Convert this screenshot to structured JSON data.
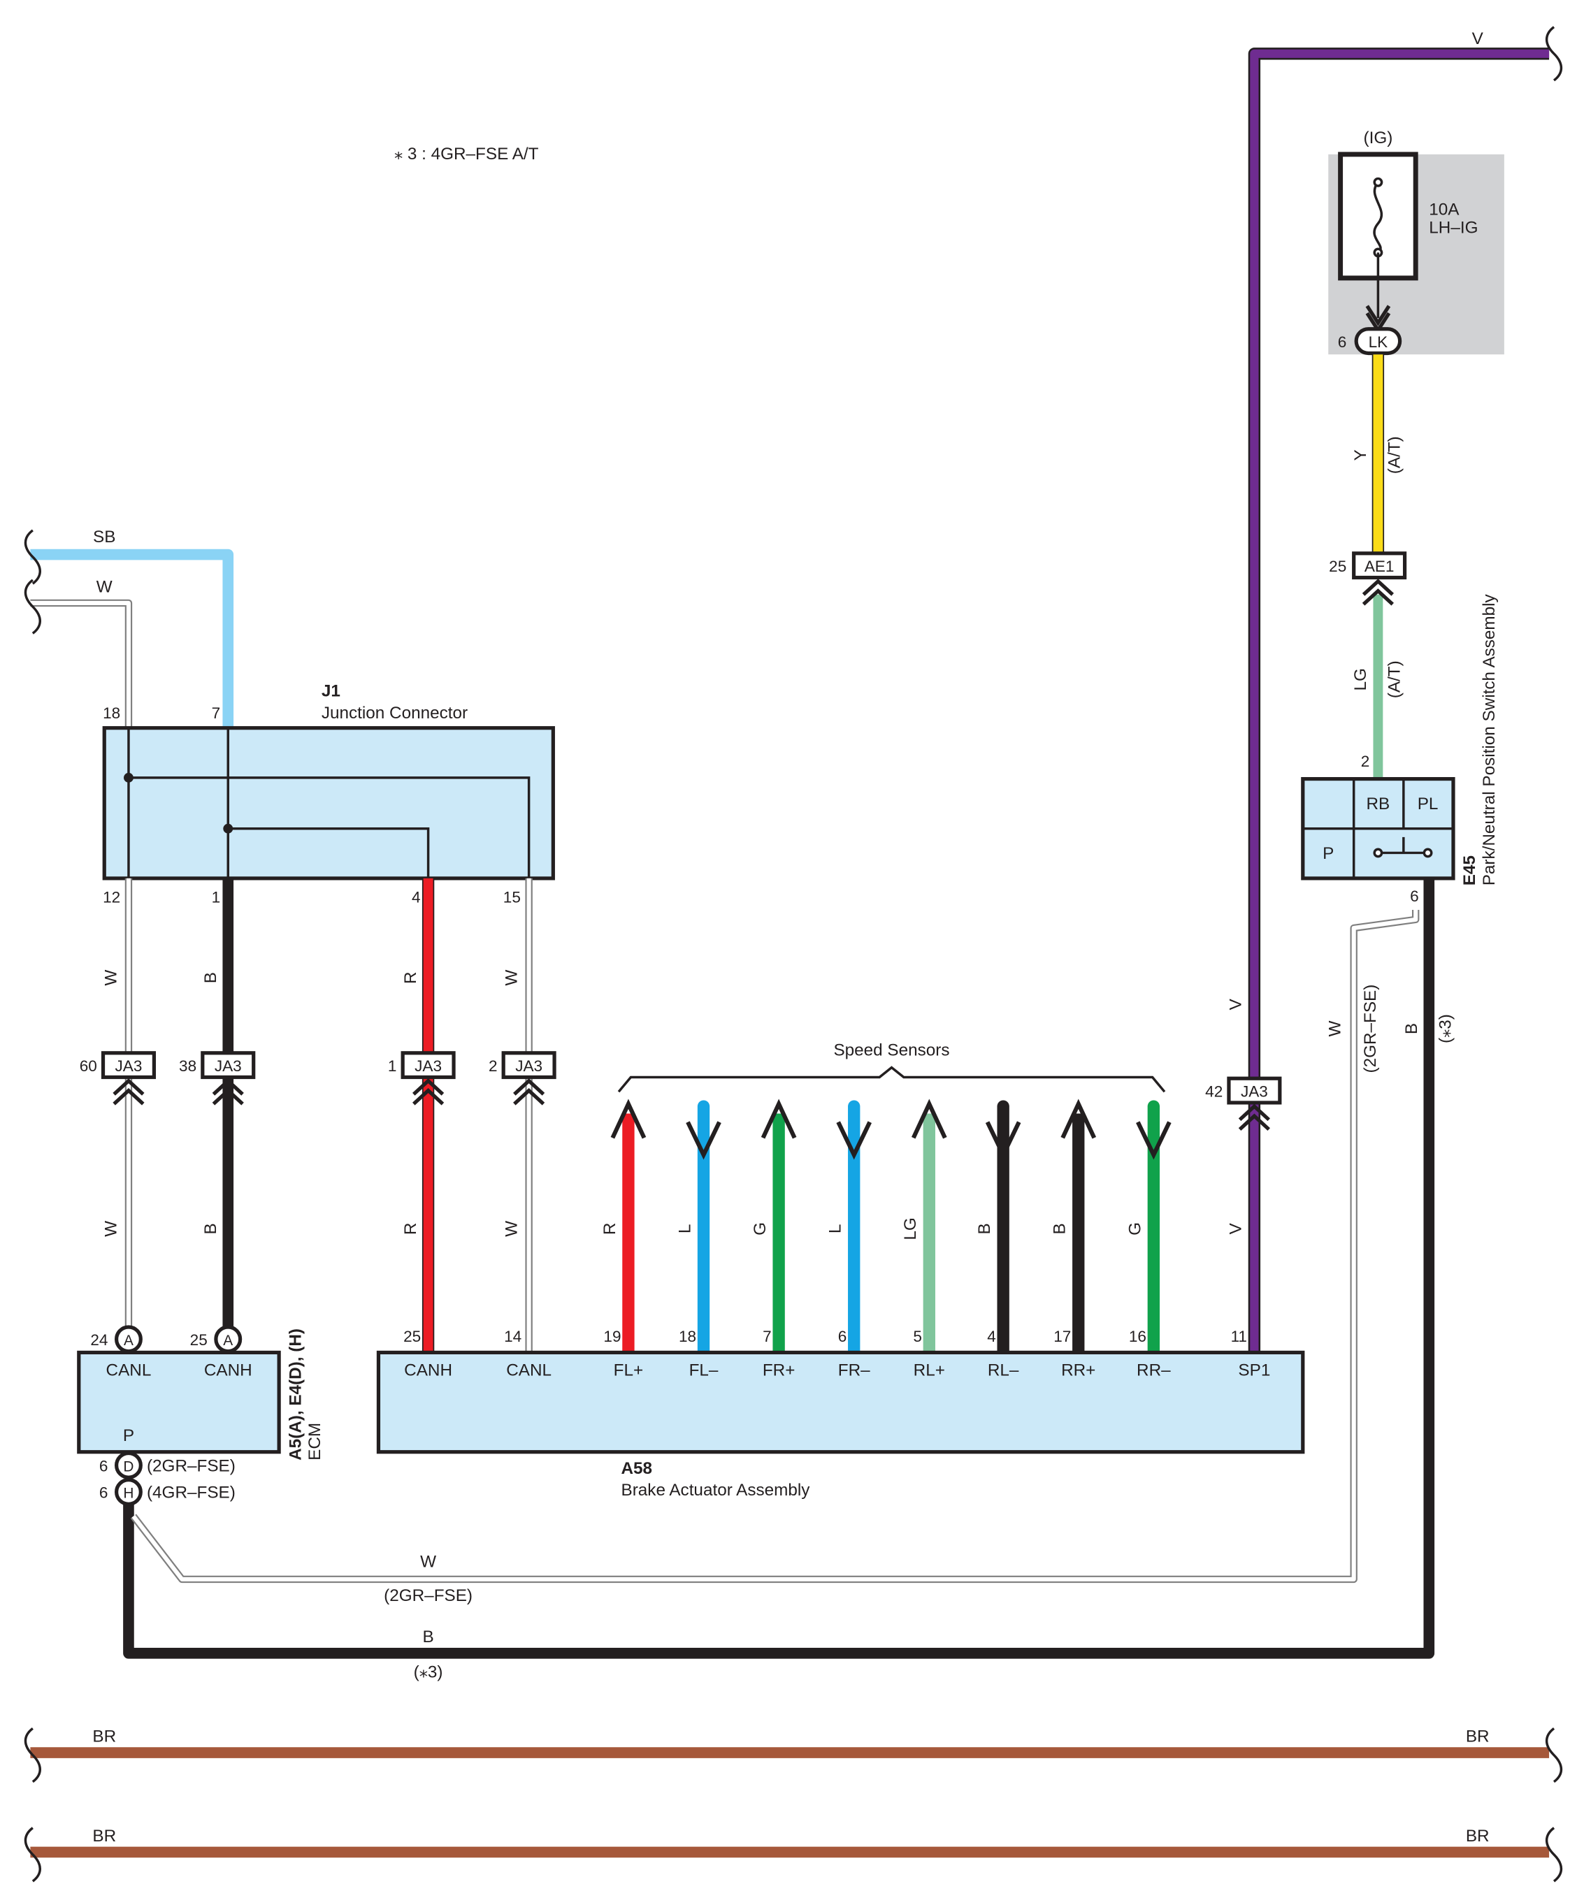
{
  "note": "⁎ 3 : 4GR–FSE A/T",
  "colors": {
    "V": "#6f2c91",
    "Y": "#fbdc17",
    "LG": "#80c59c",
    "SB": "#8ad3f5",
    "W": "#ffffff",
    "B": "#231f20",
    "R": "#ec1c24",
    "L": "#15a5e4",
    "G": "#10a24b",
    "BR": "#a6583a",
    "box": "#cce9f8",
    "fusebox": "#d1d2d4"
  },
  "fuse": {
    "supply": "(IG)",
    "rating": "10A",
    "name": "LH–IG",
    "pin": "6",
    "connector": "LK"
  },
  "park_switch": {
    "id": "E45",
    "name": "Park/Neutral Position Switch Assembly",
    "cells": [
      "RB",
      "PL",
      "P"
    ],
    "pin_in": "2",
    "pin_out": "6"
  },
  "junction": {
    "id": "J1",
    "name": "Junction Connector",
    "pins_top": [
      "18",
      "7"
    ],
    "pins_bottom": [
      "12",
      "1",
      "4",
      "15"
    ]
  },
  "ecm": {
    "id": "A5(A), E4(D), (H)",
    "name": "ECM",
    "terminals": [
      "CANL",
      "CANH",
      "P"
    ],
    "pins": [
      {
        "num": "24",
        "conn": "A"
      },
      {
        "num": "25",
        "conn": "A"
      },
      {
        "num": "6",
        "conn": "D",
        "note": "(2GR–FSE)"
      },
      {
        "num": "6",
        "conn": "H",
        "note": "(4GR–FSE)"
      }
    ]
  },
  "actuator": {
    "id": "A58",
    "name": "Brake Actuator Assembly",
    "terminals": [
      {
        "name": "CANH",
        "pin": "25"
      },
      {
        "name": "CANL",
        "pin": "14"
      },
      {
        "name": "FL+",
        "pin": "19"
      },
      {
        "name": "FL–",
        "pin": "18"
      },
      {
        "name": "FR+",
        "pin": "7"
      },
      {
        "name": "FR–",
        "pin": "6"
      },
      {
        "name": "RL+",
        "pin": "5"
      },
      {
        "name": "RL–",
        "pin": "4"
      },
      {
        "name": "RR+",
        "pin": "17"
      },
      {
        "name": "RR–",
        "pin": "16"
      },
      {
        "name": "SP1",
        "pin": "11"
      }
    ]
  },
  "speed_sensors": {
    "label": "Speed Sensors",
    "wires": [
      "R",
      "L",
      "G",
      "L",
      "LG",
      "B",
      "B",
      "G"
    ]
  },
  "connectors": [
    {
      "pin": "60",
      "name": "JA3"
    },
    {
      "pin": "38",
      "name": "JA3"
    },
    {
      "pin": "1",
      "name": "JA3"
    },
    {
      "pin": "2",
      "name": "JA3"
    },
    {
      "pin": "42",
      "name": "JA3"
    },
    {
      "pin": "25",
      "name": "AE1"
    }
  ],
  "wire_labels": {
    "v_top": "V",
    "y": "Y",
    "lg": "LG",
    "at": "(A/T)",
    "sb": "SB",
    "w": "W",
    "b": "B",
    "r": "R",
    "v": "V",
    "w_right": "W",
    "gr2_right": "(2GR–FSE)",
    "b_right": "B",
    "star3_right": "(⁎3)",
    "w_bottom": "W",
    "gr2_bottom": "(2GR–FSE)",
    "b_bottom": "B",
    "star3_bottom": "(⁎3)",
    "br": "BR"
  }
}
